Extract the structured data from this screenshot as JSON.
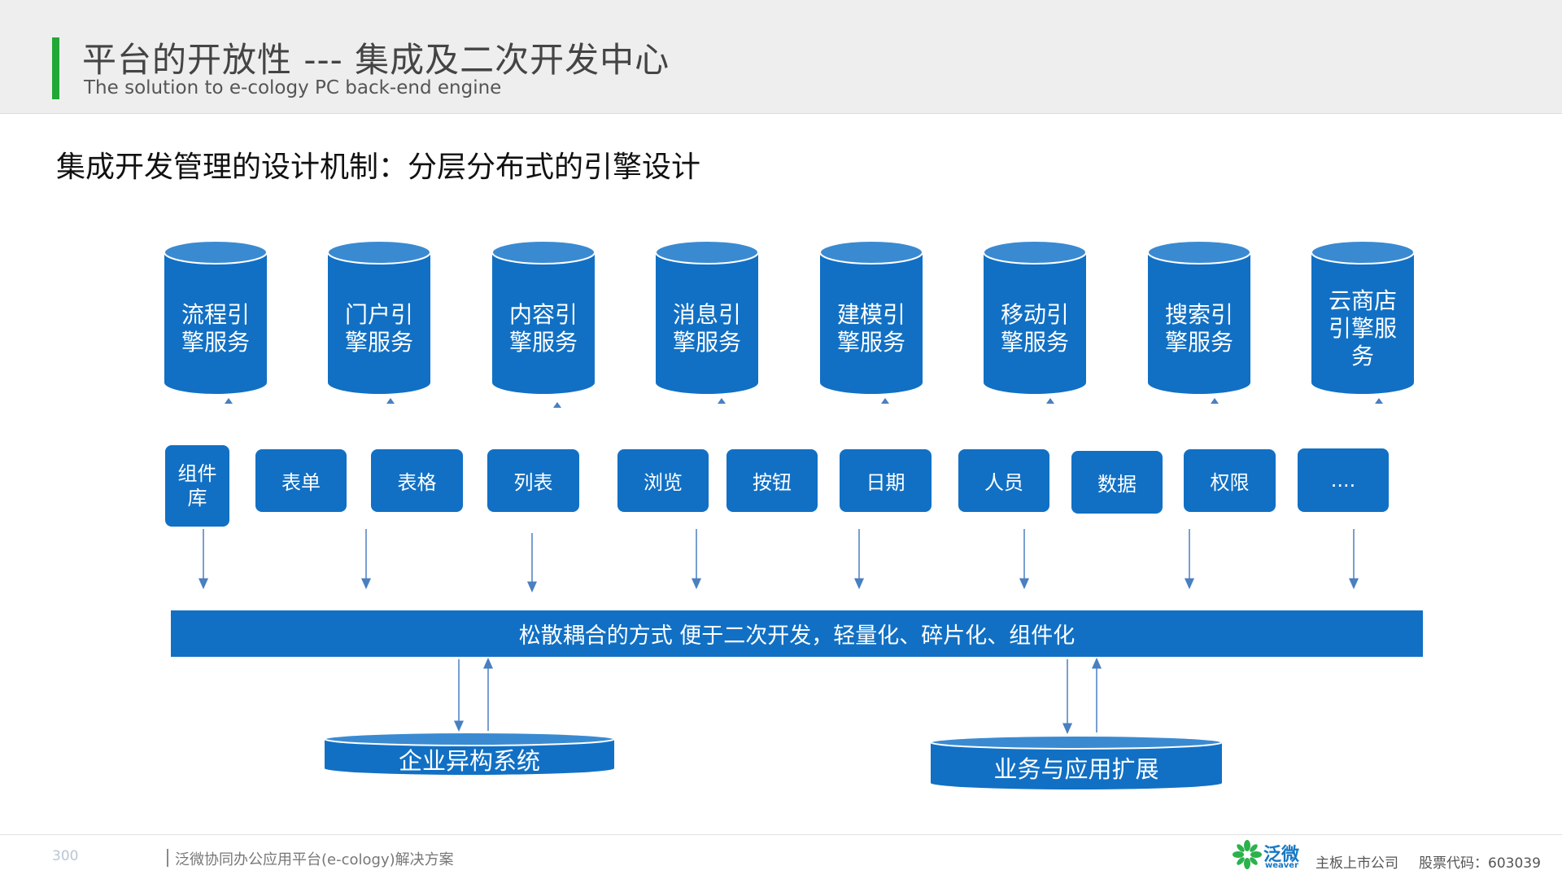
{
  "header": {
    "title": "平台的开放性 --- 集成及二次开发中心",
    "subtitle": "The solution to e-cology PC back-end engine",
    "accent_color": "#22a836"
  },
  "heading": "集成开发管理的设计机制：分层分布式的引擎设计",
  "engines": [
    "流程引擎服务",
    "门户引擎服务",
    "内容引擎服务",
    "消息引擎服务",
    "建模引擎服务",
    "移动引擎服务",
    "搜索引擎服务",
    "云商店引擎服务"
  ],
  "components": [
    "组件库",
    "表单",
    "表格",
    "列表",
    "浏览",
    "按钮",
    "日期",
    "人员",
    "数据",
    "权限",
    "...."
  ],
  "band_text": "松散耦合的方式 便于二次开发，轻量化、碎片化、组件化",
  "bottom": {
    "left": "企业异构系统",
    "right": "业务与应用扩展"
  },
  "footer": {
    "page_number": "300",
    "text": "泛微协同办公应用平台(e-cology)解决方案",
    "logo_cn": "泛微",
    "logo_en": "weaver",
    "listed": "主板上市公司",
    "stock_code": "股票代码：603039"
  },
  "colors": {
    "primary_blue": "#1170c4",
    "arrow_blue": "#4a7fc0"
  }
}
